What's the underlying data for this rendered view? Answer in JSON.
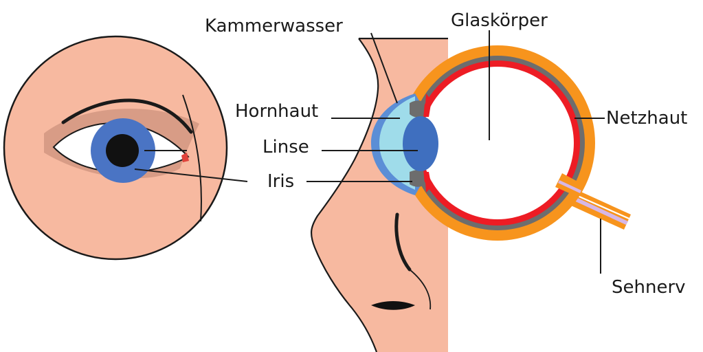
{
  "labels": {
    "kammerwasser": "Kammerwasser",
    "glaskoerper": "Glaskörper",
    "hornhaut": "Hornhaut",
    "netzhaut": "Netzhaut",
    "linse": "Linse",
    "iris": "Iris",
    "sehnerv": "Sehnerv"
  },
  "colors": {
    "skin": "#f7b9a0",
    "outline": "#1a1a1a",
    "iris_blue": "#4a74c4",
    "lens_blue": "#3f6fbf",
    "cornea_blue": "#9fdcea",
    "sclera_orange": "#f7941d",
    "choroid_gray": "#6d6d6d",
    "retina_red": "#ed1c24",
    "nerve_lilac": "#d6b7e6",
    "eyelid_shadow": "#d89c86"
  },
  "icons": {
    "front_view": "eye-front-view-icon",
    "side_view": "eye-cross-section-icon"
  }
}
